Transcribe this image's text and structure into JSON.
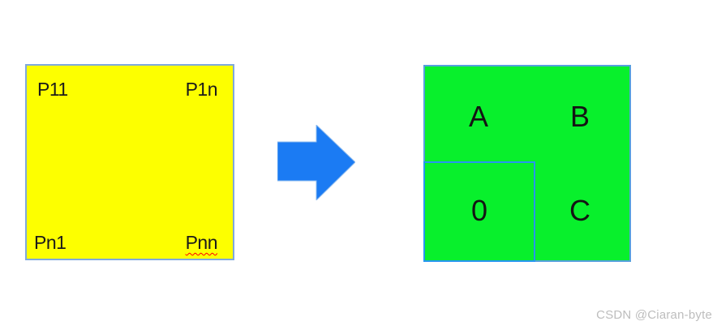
{
  "figure": {
    "source_box": {
      "fill": "#FDFF00",
      "border_color": "#7FA9DC",
      "corner_labels": {
        "top_left": "P11",
        "top_right": "P1n",
        "bottom_left": "Pn1",
        "bottom_right": "Pnn"
      },
      "spellcheck_marker": "red-wavy-underline-under-Pnn"
    },
    "arrow": {
      "direction": "right",
      "fill": "#1B7BF3",
      "outline": "#8FBCEF"
    },
    "result_box": {
      "fill": "#08F02C",
      "border_color": "#55A0DC",
      "sub_block_border_color": "#2796F0",
      "labels": {
        "top_left": "A",
        "top_right": "B",
        "sub_block": "0",
        "bottom_right": "C"
      }
    },
    "watermark": {
      "text": "CSDN @Ciaran-byte",
      "color": "#BDBDBD"
    }
  }
}
